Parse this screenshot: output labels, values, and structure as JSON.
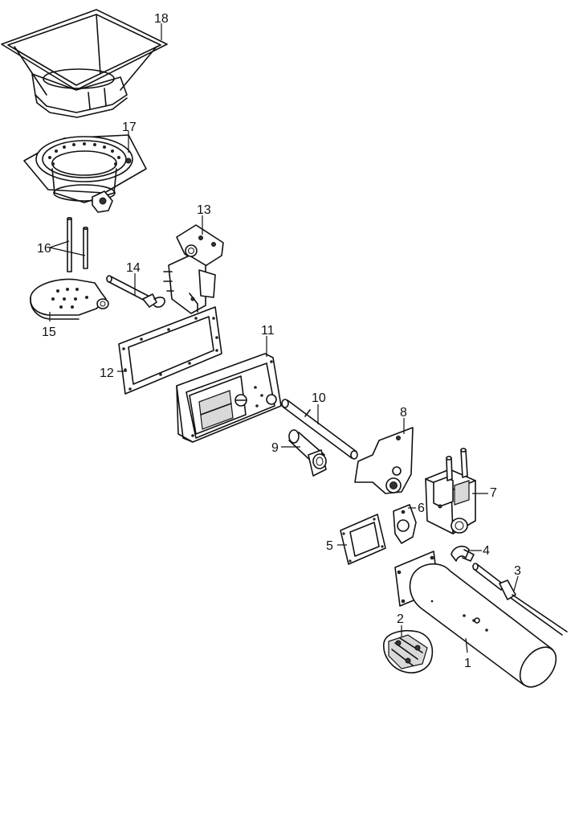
{
  "callouts": [
    {
      "id": "c18",
      "text": "18"
    },
    {
      "id": "c17",
      "text": "17"
    },
    {
      "id": "c16",
      "text": "16"
    },
    {
      "id": "c13",
      "text": "13"
    },
    {
      "id": "c14",
      "text": "14"
    },
    {
      "id": "c15",
      "text": "15"
    },
    {
      "id": "c12",
      "text": "12"
    },
    {
      "id": "c11",
      "text": "11"
    },
    {
      "id": "c10",
      "text": "10"
    },
    {
      "id": "c9",
      "text": "9"
    },
    {
      "id": "c8",
      "text": "8"
    },
    {
      "id": "c7",
      "text": "7"
    },
    {
      "id": "c6",
      "text": "6"
    },
    {
      "id": "c5",
      "text": "5"
    },
    {
      "id": "c4",
      "text": "4"
    },
    {
      "id": "c3",
      "text": "3"
    },
    {
      "id": "c2",
      "text": "2"
    },
    {
      "id": "c1",
      "text": "1"
    }
  ]
}
